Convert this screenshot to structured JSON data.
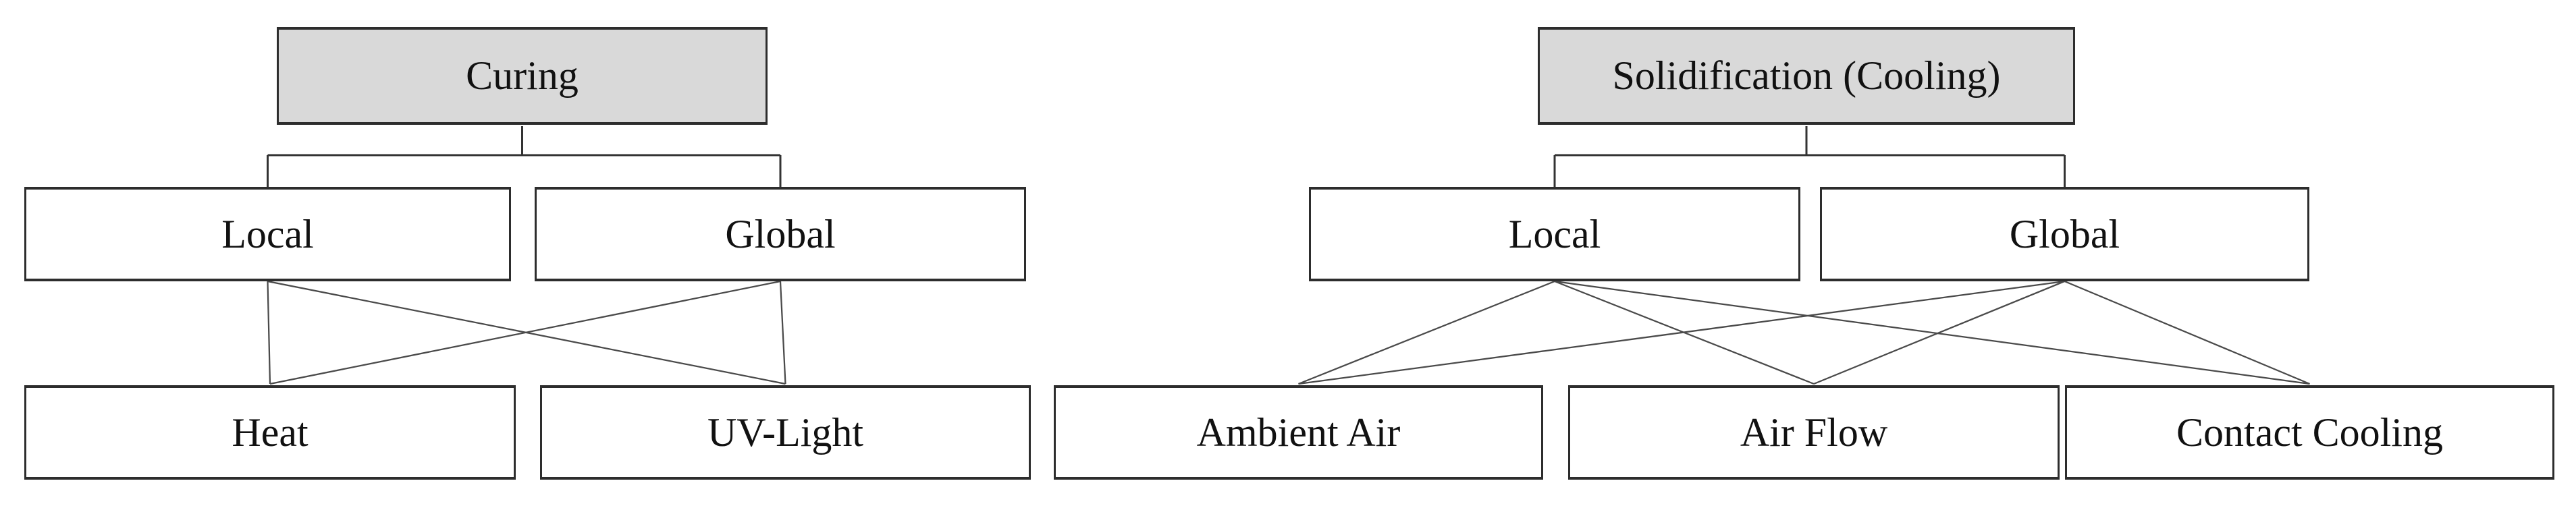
{
  "figure": {
    "type": "tree-diagram-pair",
    "background": "#ffffff"
  },
  "colors": {
    "root_box_fill": "#d9d9d9",
    "child_box_fill": "#ffffff",
    "box_border": "#2d2d2d",
    "connector_line": "#4a4a4a",
    "text": "#111111"
  },
  "diagrams": [
    {
      "name": "curing",
      "root": {
        "label": "Curing"
      },
      "children": [
        {
          "label": "Local"
        },
        {
          "label": "Global"
        }
      ],
      "leaves": [
        {
          "label": "Heat"
        },
        {
          "label": "UV-Light"
        }
      ],
      "connections": "Local and Global each connect to Heat and UV-Light"
    },
    {
      "name": "solidification",
      "root": {
        "label": "Solidification (Cooling)"
      },
      "children": [
        {
          "label": "Local"
        },
        {
          "label": "Global"
        }
      ],
      "leaves": [
        {
          "label": "Ambient Air"
        },
        {
          "label": "Air Flow"
        },
        {
          "label": "Contact Cooling"
        }
      ],
      "connections": "Local and Global each connect to Ambient Air, Air Flow and Contact Cooling"
    }
  ]
}
